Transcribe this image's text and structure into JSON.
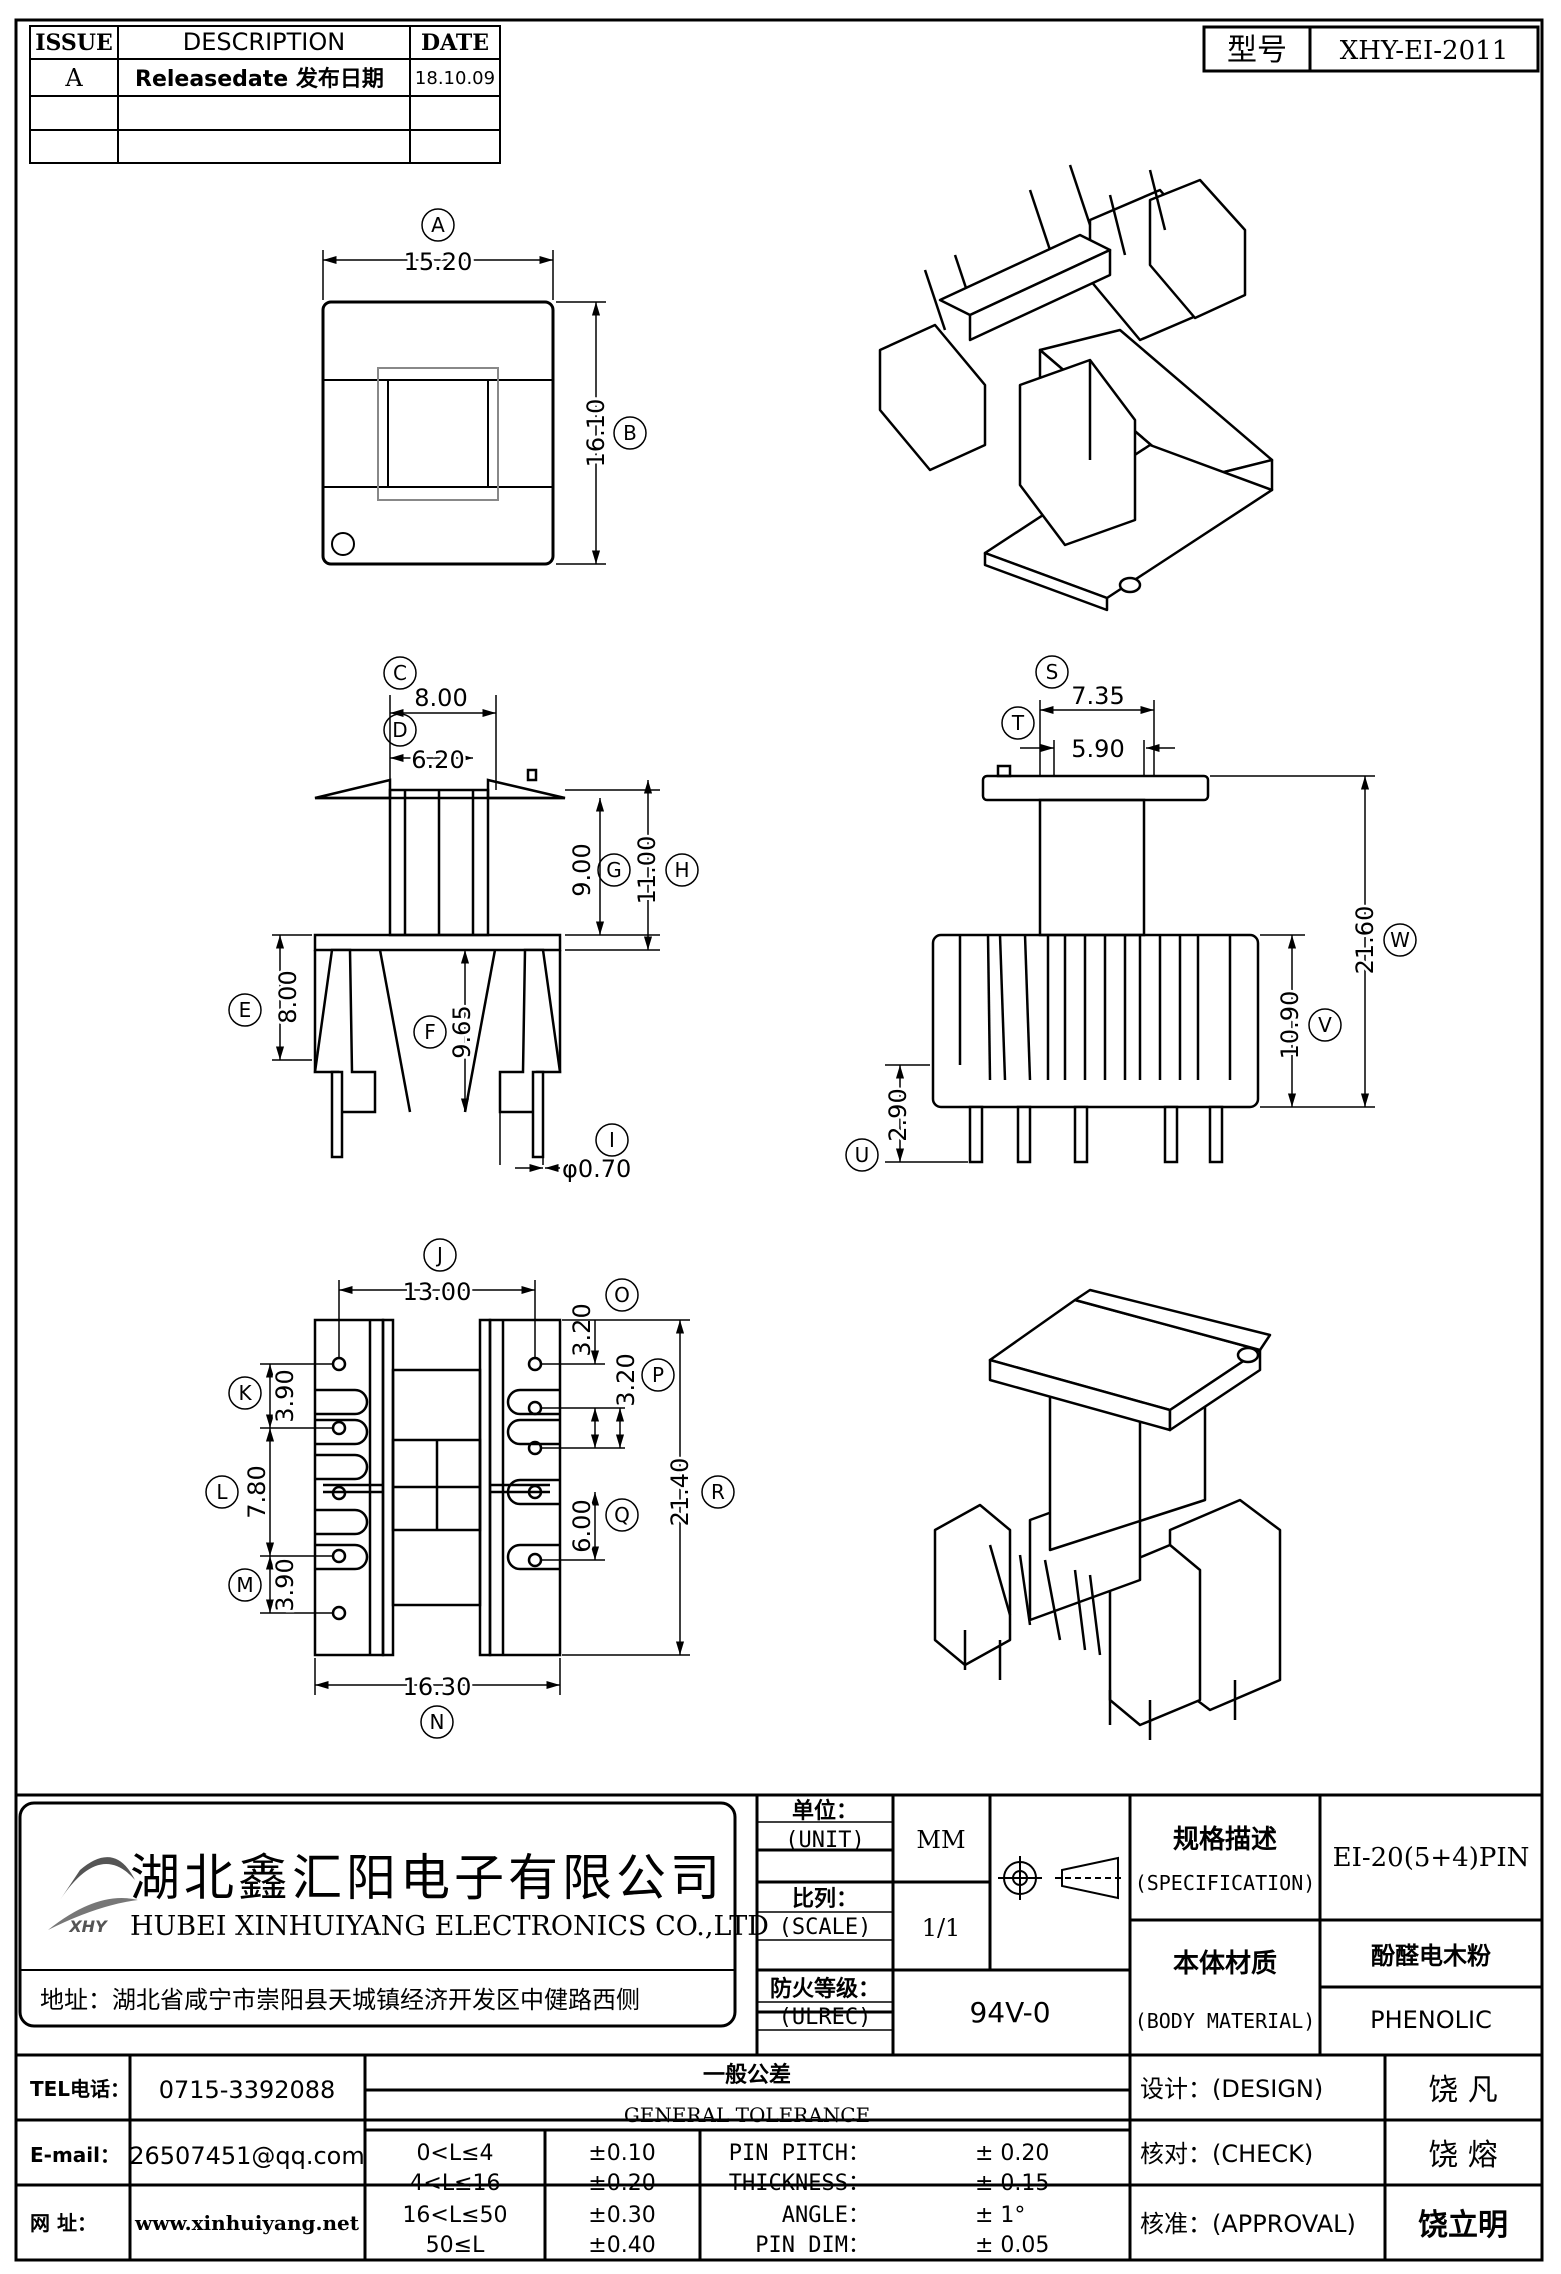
{
  "revision": {
    "headers": {
      "issue": "ISSUE",
      "description": "DESCRIPTION",
      "date": "DATE"
    },
    "rows": [
      {
        "issue": "A",
        "description": "Releasedate 发布日期",
        "date": "18.10.09"
      },
      {
        "issue": "",
        "description": "",
        "date": ""
      },
      {
        "issue": "",
        "description": "",
        "date": ""
      }
    ]
  },
  "model": {
    "label": "型号",
    "value": "XHY-EI-2011"
  },
  "views": {
    "top": {
      "tag_a": "A",
      "dim_a": "15.20",
      "tag_b": "B",
      "dim_b": "16.10"
    },
    "front": {
      "tag_c": "C",
      "dim_c": "8.00",
      "tag_d": "D",
      "dim_d": "6.20",
      "tag_g": "G",
      "dim_g": "9.00",
      "tag_h": "H",
      "dim_h": "11.00",
      "tag_e": "E",
      "dim_e": "8.00",
      "tag_f": "F",
      "dim_f": "9.65",
      "tag_i": "I",
      "dim_i": "φ0.70"
    },
    "side": {
      "tag_s": "S",
      "dim_s": "7.35",
      "tag_t": "T",
      "dim_t": "5.90",
      "tag_w": "W",
      "dim_w": "21.60",
      "tag_v": "V",
      "dim_v": "10.90",
      "tag_u": "U",
      "dim_u": "2.90"
    },
    "bottom": {
      "tag_j": "J",
      "dim_j": "13.00",
      "tag_o": "O",
      "dim_o": "3.20",
      "tag_p": "P",
      "dim_p": "3.20",
      "tag_k": "K",
      "dim_k": "3.90",
      "tag_l": "L",
      "dim_l": "7.80",
      "tag_m": "M",
      "dim_m": "3.90",
      "tag_q": "Q",
      "dim_q": "6.00",
      "tag_r": "R",
      "dim_r": "21.40",
      "tag_n": "N",
      "dim_n": "16.30"
    }
  },
  "company": {
    "name_cn": "湖北鑫汇阳电子有限公司",
    "name_en": "HUBEI XINHUIYANG ELECTRONICS CO.,LTD",
    "address": "地址：湖北省咸宁市崇阳县天城镇经济开发区中健路西侧",
    "logo_text": "XHY"
  },
  "spec": {
    "unit_cn": "单位：",
    "unit_en": "(UNIT)",
    "unit_value": "MM",
    "scale_cn": "比列：",
    "scale_en": "(SCALE)",
    "scale_value": "1/1",
    "ulrec_cn": "防火等级：",
    "ulrec_en": "(ULREC)",
    "ulrec_value": "94V-0",
    "spec_cn": "规格描述",
    "spec_en": "(SPECIFICATION)",
    "spec_value": "EI-20(5+4)PIN",
    "material_cn": "本体材质",
    "material_en": "(BODY MATERIAL)",
    "material_value_cn": "酚醛电木粉",
    "material_value_en": "PHENOLIC"
  },
  "contact": {
    "tel_label": "TEL电话：",
    "tel": "0715-3392088",
    "email_label": "E-mail：",
    "email": "26507451@qq.com",
    "web_label": "网  址：",
    "web": "www.xinhuiyang.net"
  },
  "tolerance": {
    "title_cn": "一般公差",
    "title_en": "GENERAL TOLERANCE",
    "ranges": [
      {
        "range": "0<L≤4",
        "tol": "±0.10"
      },
      {
        "range": "4<L≤16",
        "tol": "±0.20"
      },
      {
        "range": "16<L≤50",
        "tol": "±0.30"
      },
      {
        "range": "50≤L",
        "tol": "±0.40"
      }
    ],
    "others": [
      {
        "label": "PIN PITCH：",
        "value": "±  0.20"
      },
      {
        "label": "THICKNESS：",
        "value": "±  0.15"
      },
      {
        "label": "ANGLE：",
        "value": "±  1°"
      },
      {
        "label": "PIN DIM：",
        "value": "±  0.05"
      }
    ]
  },
  "approval": {
    "design_label": "设计：(DESIGN)",
    "design_name": "饶  凡",
    "check_label": "核对：(CHECK)",
    "check_name": "饶  熔",
    "approval_label": "核准：(APPROVAL)",
    "approval_name": "饶立明"
  }
}
